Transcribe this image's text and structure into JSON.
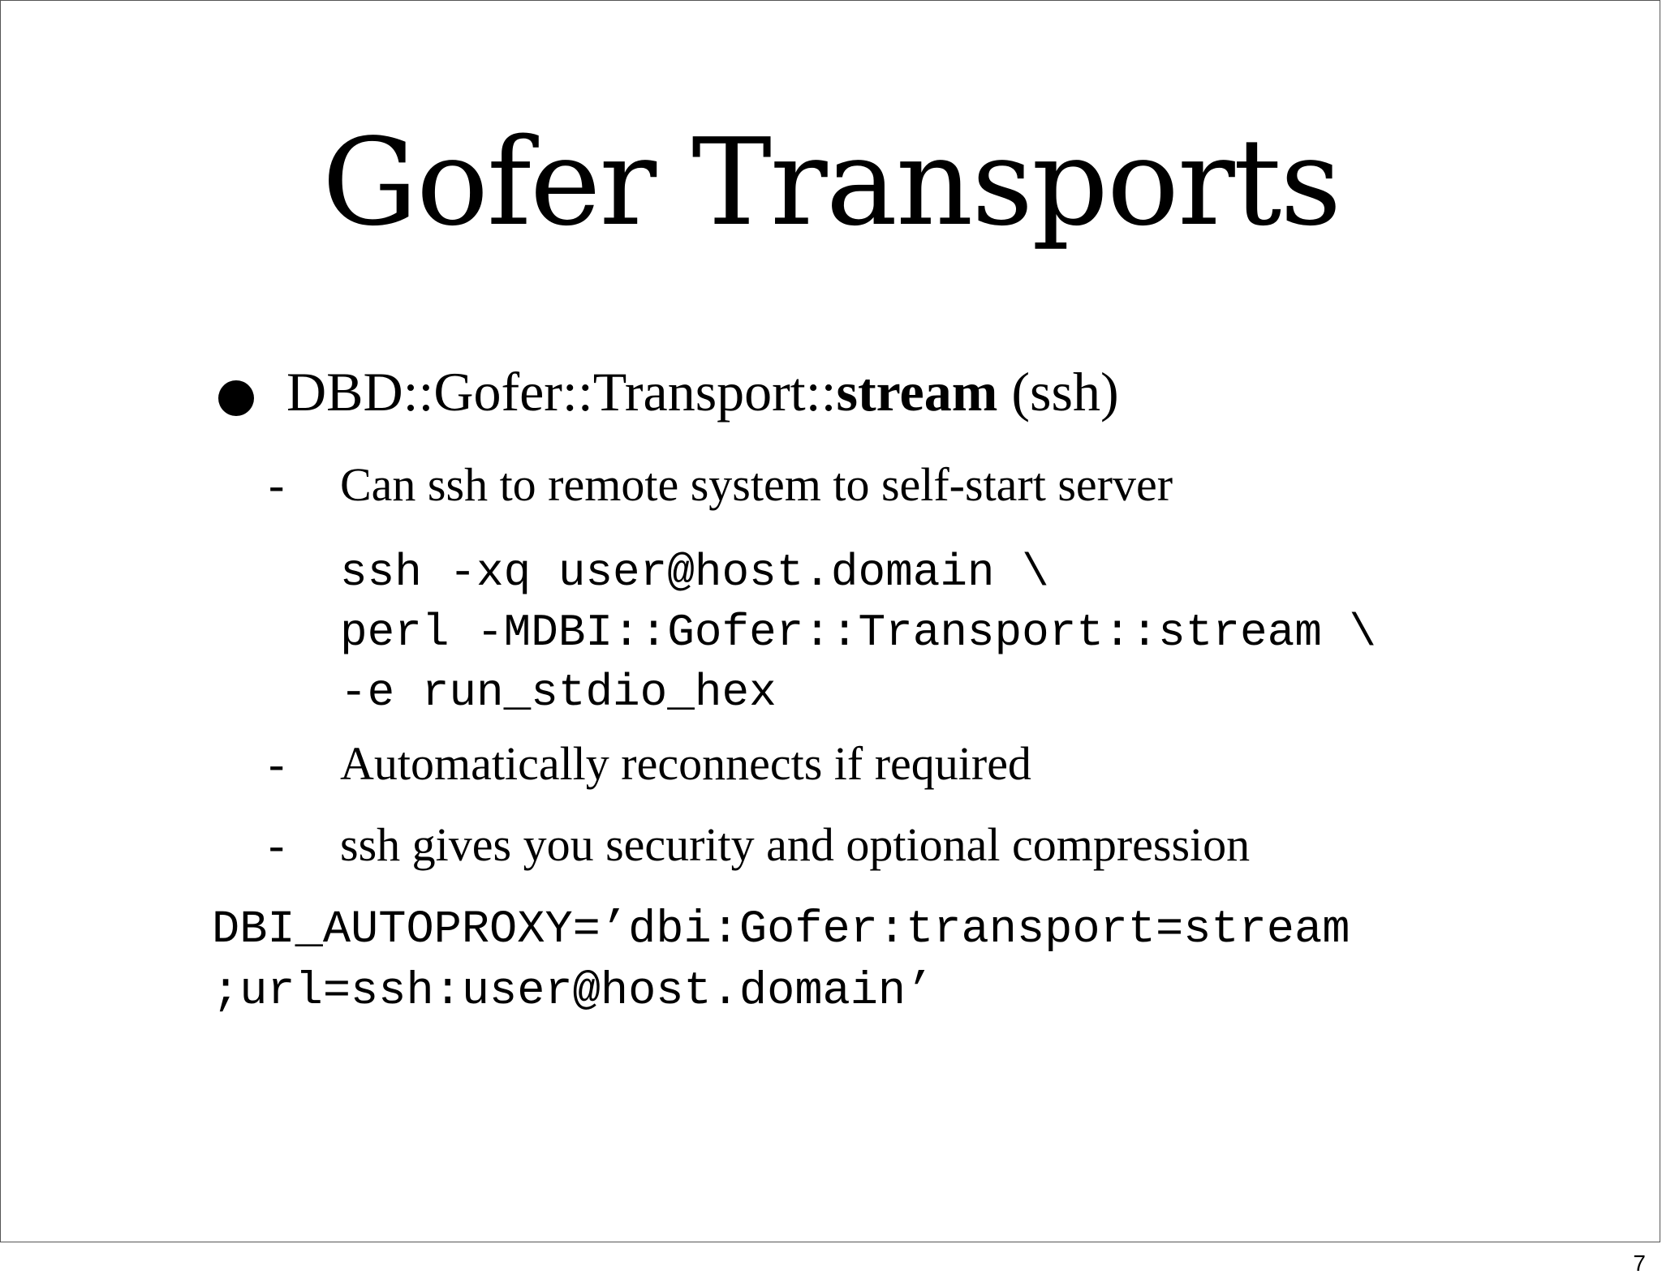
{
  "slide": {
    "title": "Gofer Transports",
    "bullet": {
      "prefix": "DBD::Gofer::Transport::",
      "bold": "stream",
      "suffix": " (ssh)"
    },
    "dash": "-",
    "subpoints": [
      "Can ssh to remote system to self-start server",
      "Automatically reconnects if required",
      "ssh gives you security and optional compression"
    ],
    "code_lines": [
      "ssh -xq user@host.domain \\",
      "perl -MDBI::Gofer::Transport::stream \\",
      "-e run_stdio_hex"
    ],
    "env_lines": [
      "DBI_AUTOPROXY=’dbi:Gofer:transport=stream",
      ";url=ssh:user@host.domain’"
    ],
    "page_number": "7"
  }
}
